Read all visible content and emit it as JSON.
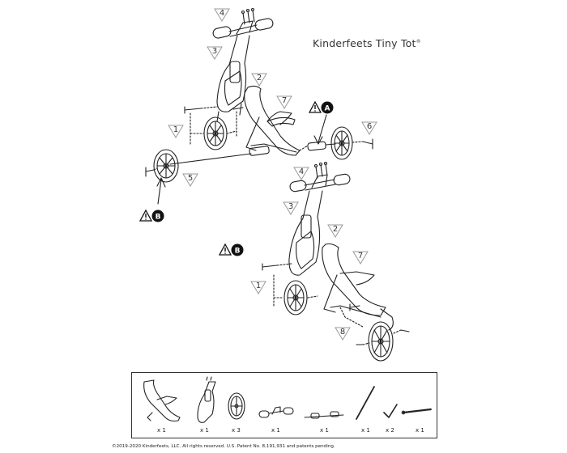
{
  "document": {
    "title": "Kinderfeets Tiny Tot",
    "title_mark": "®",
    "copyright": "©2019-2020 Kinderfeets, LLC. All rights reserved. U.S. Patent No. 8,191,931 and patents pending."
  },
  "callouts_top": [
    "4",
    "3",
    "2",
    "7",
    "1",
    "5",
    "6"
  ],
  "callouts_bottom": [
    "4",
    "3",
    "2",
    "7",
    "1",
    "8"
  ],
  "warnings": [
    "A",
    "B",
    "B"
  ],
  "parts": [
    {
      "name": "seat-frame",
      "qty": "x 1"
    },
    {
      "name": "front-frame",
      "qty": "x 1"
    },
    {
      "name": "wheel",
      "qty": "x 3"
    },
    {
      "name": "handlebar",
      "qty": "x 1"
    },
    {
      "name": "axle",
      "qty": "x 1"
    },
    {
      "name": "long-wrench",
      "qty": "x 1"
    },
    {
      "name": "allen-key",
      "qty": "x 2"
    },
    {
      "name": "bolt-set",
      "qty": "x 1"
    }
  ],
  "colors": {
    "line": "#222222",
    "badge": "#555555"
  }
}
